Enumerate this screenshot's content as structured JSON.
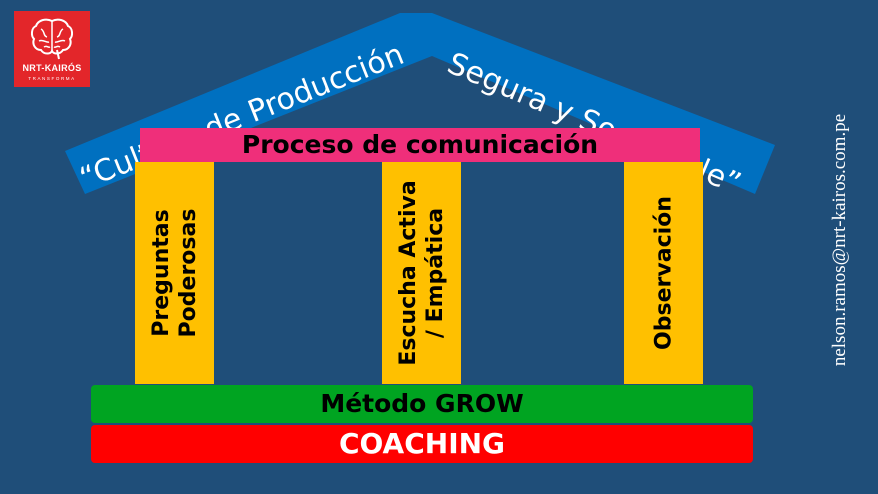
{
  "logo": {
    "name": "NRT-KAIRÓS",
    "tagline": "TRANSFORMA",
    "icon": "brain-icon"
  },
  "roof": {
    "left_text": "“Cultura de Producción",
    "right_text": "Segura y Sostenible”"
  },
  "beam": {
    "label": "Proceso de comunicación"
  },
  "pillars": [
    {
      "lines": [
        "Preguntas",
        "Poderosas"
      ]
    },
    {
      "lines": [
        "Escucha Activa",
        "/ Empática"
      ]
    },
    {
      "lines": [
        "Observación"
      ]
    }
  ],
  "base": {
    "grow": "Método GROW",
    "coaching": "COACHING"
  },
  "contact": {
    "email": "nelson.ramos@nrt-kairos.com.pe"
  },
  "colors": {
    "background": "#1f4e79",
    "roof": "#0070c0",
    "beam": "#ef2f7a",
    "pillar": "#ffc000",
    "grow": "#00a421",
    "coaching": "#ff0000",
    "logo": "#e3262a"
  }
}
